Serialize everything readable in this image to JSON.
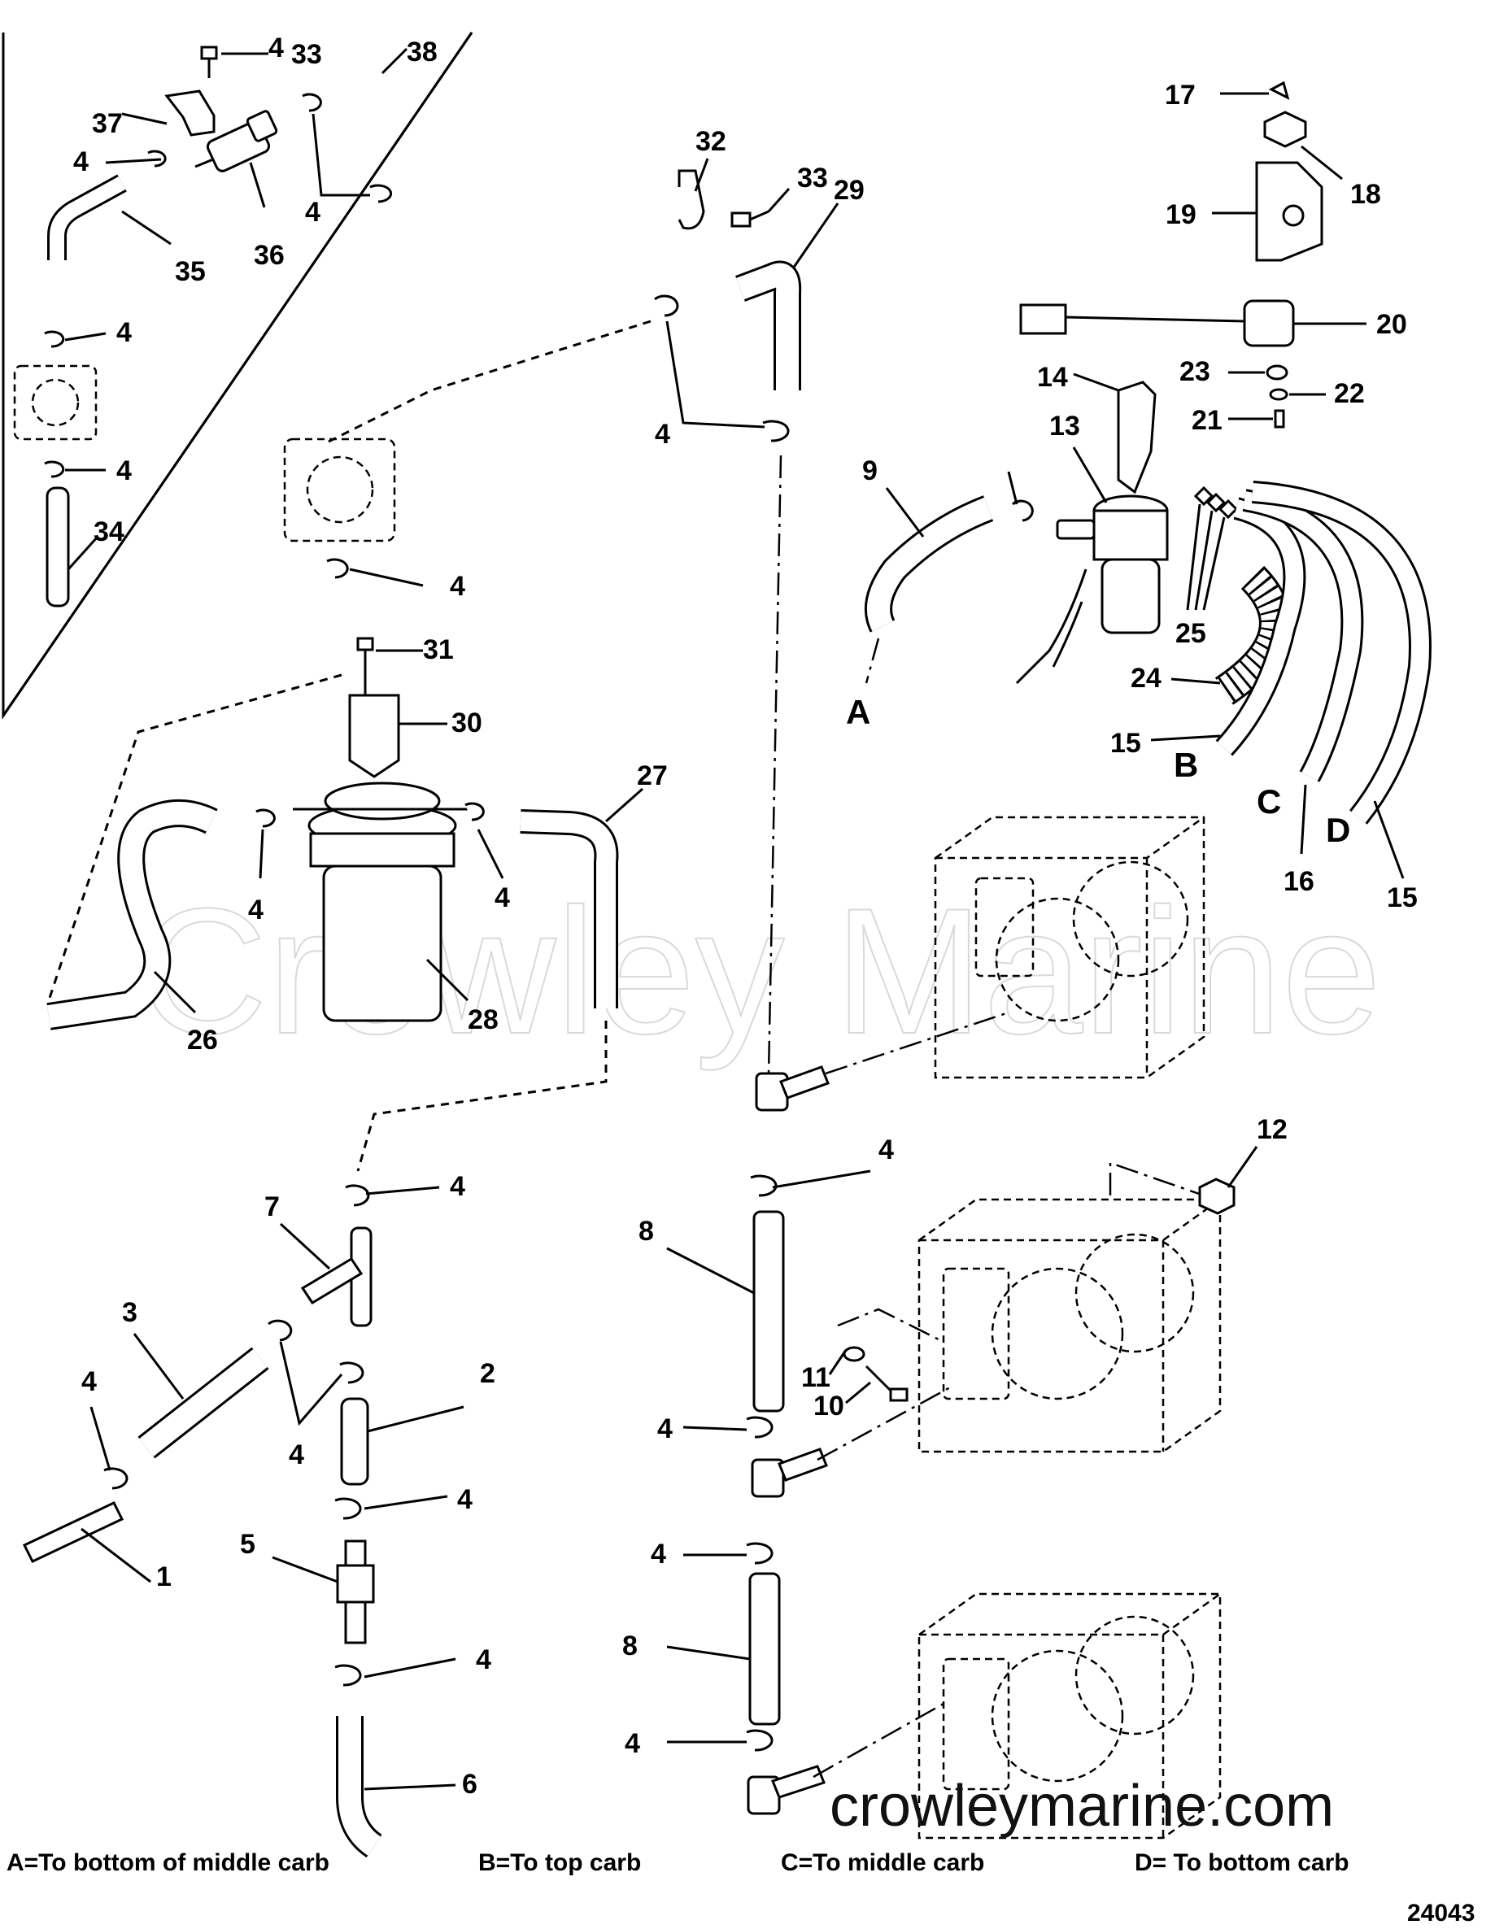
{
  "watermark": "Crowley Marine",
  "site_watermark": "crowleymarine.com",
  "drawing_number": "24043",
  "legend": {
    "a": "A=To bottom of middle carb",
    "b": "B=To top carb",
    "c": "C=To middle carb",
    "d": "D= To bottom carb"
  },
  "connection_letters": {
    "a": "A",
    "b": "B",
    "c": "C",
    "d": "D"
  },
  "callouts": {
    "c1": "1",
    "c2": "2",
    "c3": "3",
    "c4_a": "4",
    "c4_b": "4",
    "c4_c": "4",
    "c4_d": "4",
    "c4_e": "4",
    "c4_f": "4",
    "c4_g": "4",
    "c4_h": "4",
    "c4_i": "4",
    "c4_j": "4",
    "c4_k": "4",
    "c4_l": "4",
    "c4_m": "4",
    "c4_n": "4",
    "c4_o": "4",
    "c4_p": "4",
    "c4_q": "4",
    "c4_r": "4",
    "c5": "5",
    "c6": "6",
    "c7": "7",
    "c8_a": "8",
    "c8_b": "8",
    "c9": "9",
    "c10": "10",
    "c11": "11",
    "c12": "12",
    "c13": "13",
    "c14": "14",
    "c15_a": "15",
    "c15_b": "15",
    "c16": "16",
    "c17": "17",
    "c18": "18",
    "c19": "19",
    "c20": "20",
    "c21": "21",
    "c22": "22",
    "c23": "23",
    "c24": "24",
    "c25": "25",
    "c26": "26",
    "c27": "27",
    "c28": "28",
    "c29": "29",
    "c30": "30",
    "c31": "31",
    "c32": "32",
    "c33_a": "33",
    "c33_b": "33",
    "c34": "34",
    "c35": "35",
    "c36": "36",
    "c37": "37",
    "c38": "38"
  }
}
